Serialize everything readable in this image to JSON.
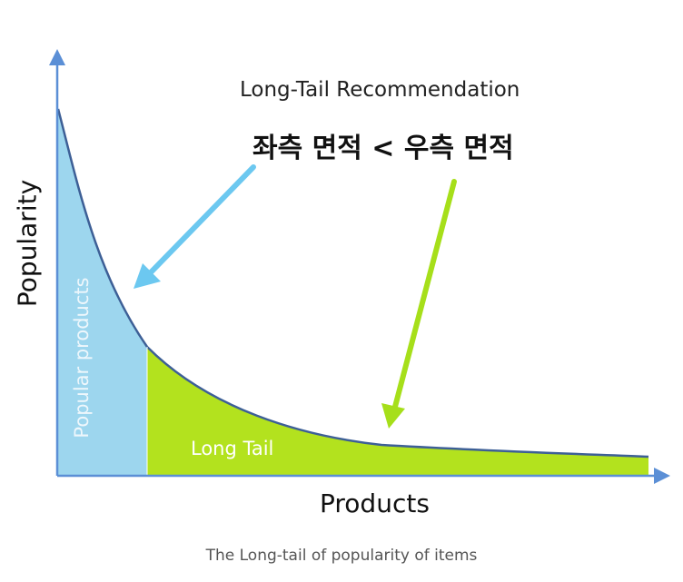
{
  "diagram": {
    "title": "Long-Tail Recommendation",
    "subtitle": "좌측 면적 < 우측 면적",
    "y_axis_label": "Popularity",
    "x_axis_label": "Products",
    "head_region_label": "Popular products",
    "tail_region_label": "Long Tail",
    "caption": "The Long-tail of popularity of items"
  },
  "colors": {
    "axis": "#5b8fd6",
    "curve": "#3d5f96",
    "head_fill": "#9dd6ee",
    "tail_fill": "#b3e21e",
    "head_arrow": "#6cc8f0",
    "tail_arrow": "#a6df1a"
  }
}
